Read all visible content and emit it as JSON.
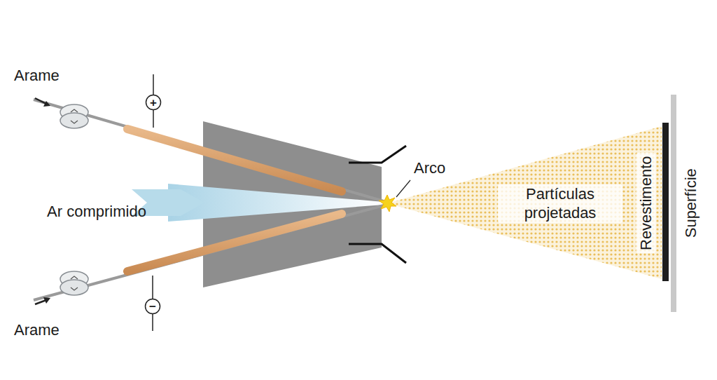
{
  "diagram": {
    "labels": [
      "Arame",
      "+",
      "Arco",
      "Ar comprimido",
      "Partículas projetadas",
      "Revestimento",
      "Superfície",
      "−",
      "Arame"
    ]
  }
}
